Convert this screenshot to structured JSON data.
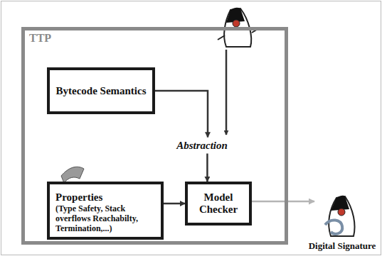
{
  "diagram": {
    "nodes": [
      {
        "text": [
          "TTP"
        ]
      },
      {
        "text": [
          "Bytecode Semantics"
        ],
        "in": 0
      },
      {
        "text": [
          "Abstraction"
        ],
        "in": 0
      },
      {
        "text": [
          "Properties",
          "(Type Safety, Stack overflows Reachabilty, Termination,...)"
        ],
        "in": 0
      },
      {
        "text": [
          "Model Checker"
        ],
        "in": 0
      },
      {
        "text": [
          "Digital Signature"
        ]
      }
    ],
    "edges": [
      {
        "from": 1,
        "to": 2,
        "arrow": "to"
      },
      {
        "from": 2,
        "to": 4,
        "arrow": "to"
      },
      {
        "from": 3,
        "to": 4,
        "arrow": "to"
      },
      {
        "from": 4,
        "to": 5,
        "arrow": "to"
      }
    ]
  }
}
